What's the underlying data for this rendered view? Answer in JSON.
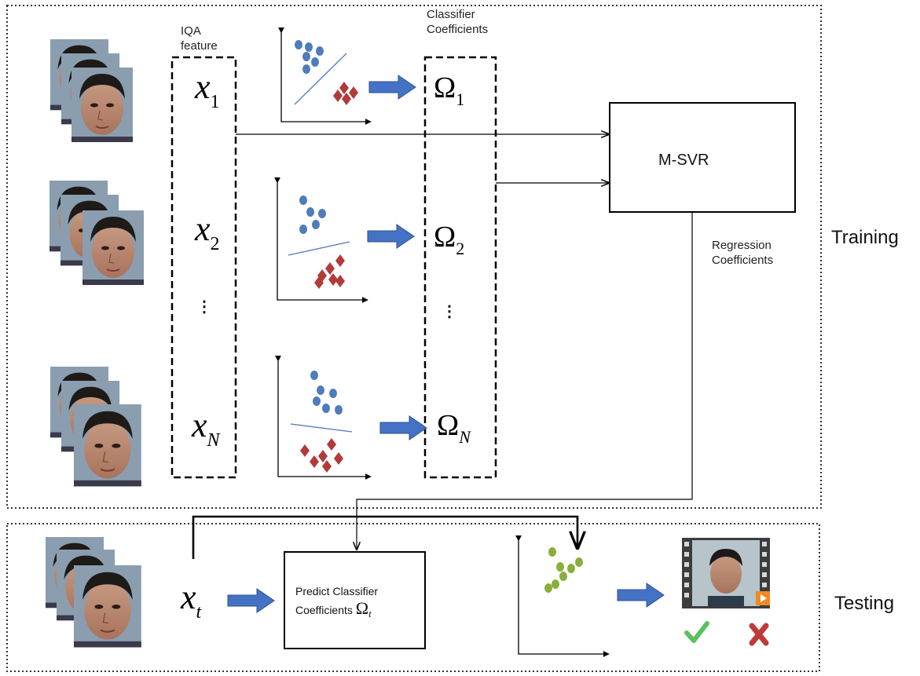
{
  "labels": {
    "iqa_feature": "IQA\nfeature",
    "classifier_coefficients": "Classifier\nCoefficients",
    "regression_coefficients": "Regression\nCoefficients",
    "training": "Training",
    "testing": "Testing",
    "msvr": "M-SVR",
    "predict_line1": "Predict Classifier",
    "predict_line2": "Coefficients",
    "vdots": "⋮"
  },
  "features": [
    {
      "base": "x",
      "sub": "1"
    },
    {
      "base": "x",
      "sub": "2"
    },
    {
      "base": "x",
      "sub": "N"
    }
  ],
  "coefficients": [
    {
      "base": "Ω",
      "sub": "1"
    },
    {
      "base": "Ω",
      "sub": "2"
    },
    {
      "base": "Ω",
      "sub": "N"
    }
  ],
  "test_feature": {
    "base": "x",
    "sub": "t"
  },
  "test_coefficient": {
    "base": "Ω",
    "sub": "t"
  },
  "colors": {
    "blue_dot": "#4f7cba",
    "red_diamond": "#b33a3a",
    "green_dot": "#8aae3c",
    "arrow_blue": "#4472c4",
    "check_green": "#5cc05c",
    "cross_red": "#c03a3a",
    "film_bg": "#3d3d3d"
  },
  "icons": [
    "face-stack-icon",
    "scatter-plot-icon",
    "film-frame-icon",
    "play-icon",
    "check-icon",
    "cross-icon"
  ]
}
